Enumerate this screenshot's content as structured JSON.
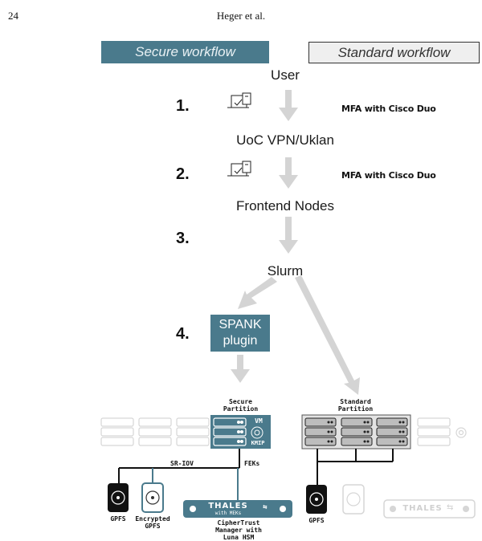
{
  "header": {
    "page_number": "24",
    "running_head": "Heger et al."
  },
  "workflows": {
    "secure": "Secure workflow",
    "standard": "Standard workflow"
  },
  "nodes": {
    "user": "User",
    "vpn": "UoC VPN/Uklan",
    "frontend": "Frontend Nodes",
    "slurm": "Slurm"
  },
  "steps": [
    "1.",
    "2.",
    "3.",
    "4."
  ],
  "mfa": {
    "step1": "MFA with Cisco Duo",
    "step2": "MFA with Cisco Duo"
  },
  "spank": {
    "line1": "SPANK",
    "line2": "plugin"
  },
  "partitions": {
    "secure_line1": "Secure",
    "secure_line2": "Partition",
    "standard_line1": "Standard",
    "standard_line2": "Partition"
  },
  "badges": {
    "vm": "VM",
    "kmip": "KMIP"
  },
  "connections": {
    "sriov": "SR-IOV",
    "feks": "FEKs"
  },
  "storage": {
    "gpfs_secure": "GPFS",
    "encrypted_line1": "Encrypted",
    "encrypted_line2": "GPFS",
    "gpfs_standard": "GPFS"
  },
  "hsm": {
    "brand": "THALES",
    "sub": "with MEKs",
    "caption_line1": "CipherTrust",
    "caption_line2": "Manager with",
    "caption_line3": "Luna HSM",
    "brand_faded": "THALES"
  },
  "colors": {
    "secure": "#4a7a8c",
    "arrow": "#d4d4d4",
    "faded": "#d6d6d6"
  }
}
